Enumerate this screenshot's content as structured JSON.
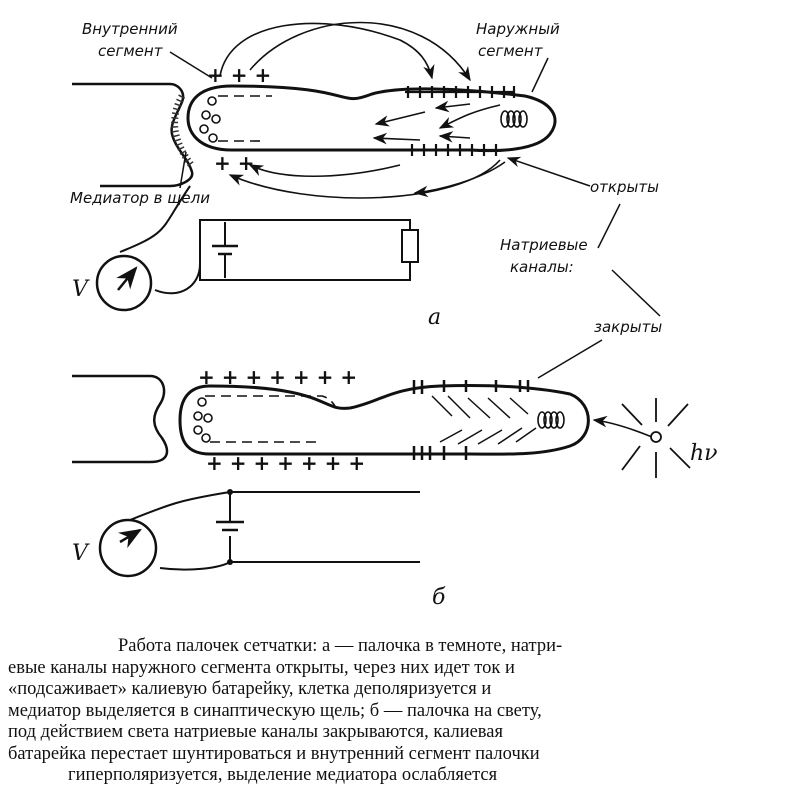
{
  "labels": {
    "inner_segment": [
      "Внутренний",
      "сегмент"
    ],
    "outer_segment": [
      "Наружный",
      "сегмент"
    ],
    "mediator": "Медиатор в щели",
    "open": "открыты",
    "sodium_channels": [
      "Натриевые",
      "каналы:"
    ],
    "closed": "закрыты",
    "voltmeter": "V",
    "panel_a": "а",
    "panel_b": "б",
    "photon": "hν",
    "plus_a_top": "+ + +",
    "plus_a_bottom": "+ +",
    "plus_b_top": "+ + + + + + +",
    "plus_b_bottom": "+ + + + + + +"
  },
  "caption": [
    "Работа палочек сетчатки: а — палочка в темноте, натри-",
    "евые каналы наружного сегмента открыты, через них идет ток и",
    "«подсаживает» калиевую батарейку, клетка деполяризуется и",
    "медиатор выделяется в синаптическую щель; б — палочка на свету,",
    "под действием света натриевые каналы закрываются, калиевая",
    "батарейка перестает шунтироваться и внутренний сегмент палочки",
    "гиперполяризуется, выделение медиатора ослабляется"
  ]
}
